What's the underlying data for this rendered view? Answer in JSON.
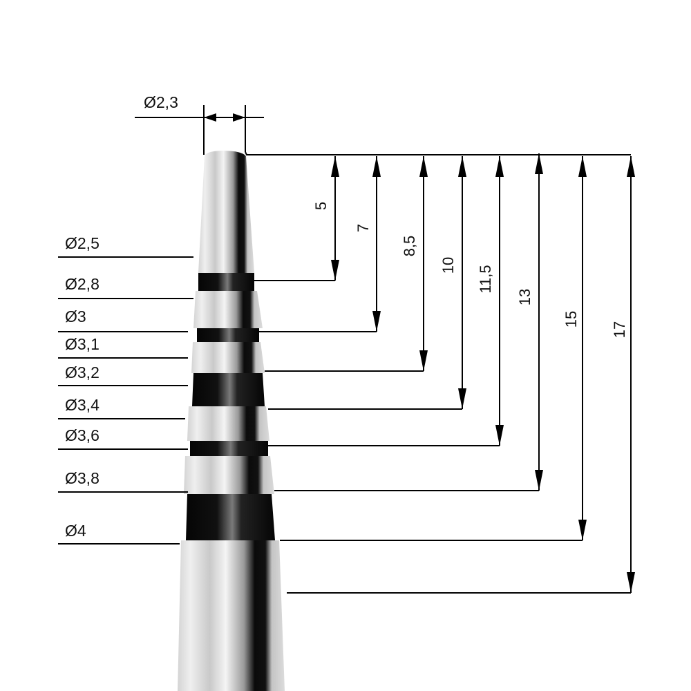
{
  "title": "Stepped drill dimension drawing",
  "top_diameter": {
    "label": "Ø2,3",
    "value": 2.3
  },
  "diameter_labels": [
    {
      "label": "Ø2,5",
      "value": 2.5
    },
    {
      "label": "Ø2,8",
      "value": 2.8
    },
    {
      "label": "Ø3",
      "value": 3.0
    },
    {
      "label": "Ø3,1",
      "value": 3.1
    },
    {
      "label": "Ø3,2",
      "value": 3.2
    },
    {
      "label": "Ø3,4",
      "value": 3.4
    },
    {
      "label": "Ø3,6",
      "value": 3.6
    },
    {
      "label": "Ø3,8",
      "value": 3.8
    },
    {
      "label": "Ø4",
      "value": 4.0
    }
  ],
  "length_dimensions": [
    {
      "label": "5",
      "value": 5.0
    },
    {
      "label": "7",
      "value": 7.0
    },
    {
      "label": "8,5",
      "value": 8.5
    },
    {
      "label": "10",
      "value": 10.0
    },
    {
      "label": "11,5",
      "value": 11.5
    },
    {
      "label": "13",
      "value": 13.0
    },
    {
      "label": "15",
      "value": 15.0
    },
    {
      "label": "17",
      "value": 17.0
    }
  ],
  "colors": {
    "line": "#000000",
    "band": "#0a0a0a",
    "metal_light": "#e6e6e6",
    "metal_mid": "#bdbdbd",
    "background": "#ffffff"
  }
}
